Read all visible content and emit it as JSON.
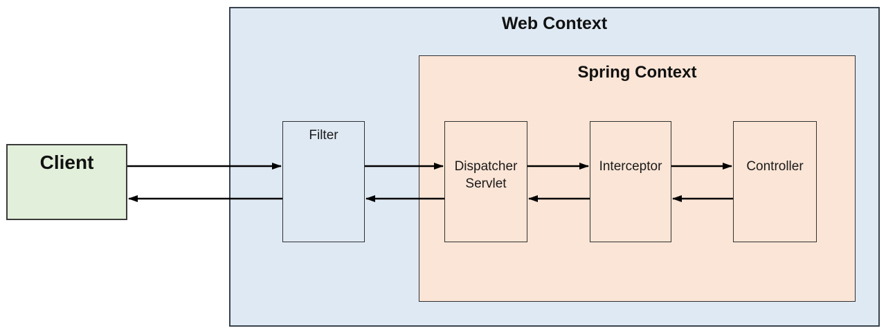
{
  "diagram": {
    "type": "flow-diagram",
    "containers": {
      "web_context": {
        "label": "Web Context",
        "fill": "#dfe9f3"
      },
      "spring_context": {
        "label": "Spring Context",
        "fill": "#fbe5d6"
      }
    },
    "nodes": {
      "client": {
        "label": "Client",
        "fill": "#e2efda"
      },
      "filter": {
        "label": "Filter",
        "fill": "#dfe9f3"
      },
      "dispatcher_servlet": {
        "label": "Dispatcher Servlet",
        "fill": "#fbe5d6"
      },
      "interceptor": {
        "label": "Interceptor",
        "fill": "#fbe5d6"
      },
      "controller": {
        "label": "Controller",
        "fill": "#fbe5d6"
      }
    },
    "flows": [
      {
        "from": "Client",
        "to": "Filter",
        "direction": "forward"
      },
      {
        "from": "Filter",
        "to": "Dispatcher Servlet",
        "direction": "forward"
      },
      {
        "from": "Dispatcher Servlet",
        "to": "Interceptor",
        "direction": "forward"
      },
      {
        "from": "Interceptor",
        "to": "Controller",
        "direction": "forward"
      },
      {
        "from": "Controller",
        "to": "Interceptor",
        "direction": "return"
      },
      {
        "from": "Interceptor",
        "to": "Dispatcher Servlet",
        "direction": "return"
      },
      {
        "from": "Dispatcher Servlet",
        "to": "Filter",
        "direction": "return"
      },
      {
        "from": "Filter",
        "to": "Client",
        "direction": "return"
      }
    ],
    "arrow_color": "#000000",
    "border_color": "#2f2f2f",
    "background_color": "#ffffff"
  }
}
